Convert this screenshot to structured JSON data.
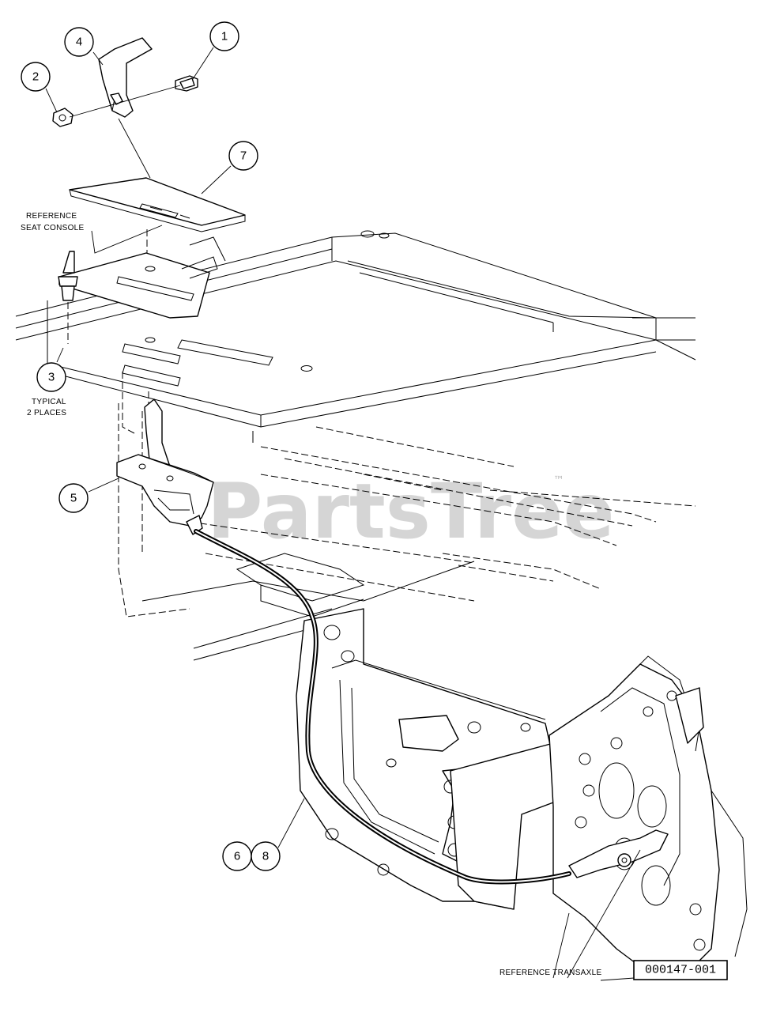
{
  "watermark": {
    "text": "PartsTree",
    "trademark": "™"
  },
  "drawing_id": "000147-001",
  "notes": {
    "seat_console": [
      "REFERENCE",
      "SEAT CONSOLE"
    ],
    "typical": [
      "TYPICAL",
      "2 PLACES"
    ],
    "transaxle": "REFERENCE TRANSAXLE"
  },
  "callouts": {
    "c1": "1",
    "c2": "2",
    "c3": "3",
    "c4": "4",
    "c5": "5",
    "c6": "6",
    "c7": "7",
    "c8": "8"
  }
}
